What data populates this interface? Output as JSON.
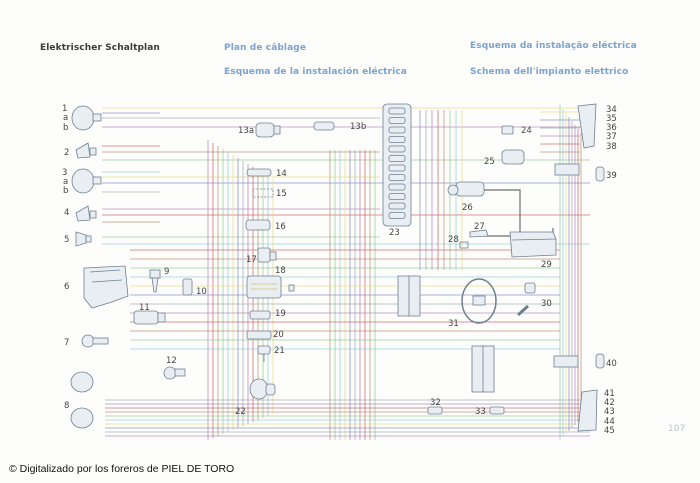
{
  "header": {
    "title_de": "Elektrischer Schaltplan",
    "title_fr": "Plan de câblage",
    "title_pt": "Esquema da instalação eléctrica",
    "title_es": "Esquema de la instalación eléctrica",
    "title_it": "Schema dell'impianto elettrico"
  },
  "components": {
    "c1": "1",
    "c1a": "a",
    "c1b": "b",
    "c2": "2",
    "c3": "3",
    "c3a": "a",
    "c3b": "b",
    "c4": "4",
    "c5": "5",
    "c6": "6",
    "c7": "7",
    "c8": "8",
    "c9": "9",
    "c10": "10",
    "c11": "11",
    "c12": "12",
    "c13a": "13a",
    "c13b": "13b",
    "c14": "14",
    "c15": "15",
    "c16": "16",
    "c17": "17",
    "c18": "18",
    "c19": "19",
    "c20": "20",
    "c21": "21",
    "c22": "22",
    "c23": "23",
    "c24": "24",
    "c25": "25",
    "c26": "26",
    "c27": "27",
    "c28": "28",
    "c29": "29",
    "c30": "30",
    "c31": "31",
    "c32": "32",
    "c33": "33",
    "c34": "34",
    "c35": "35",
    "c36": "36",
    "c37": "37",
    "c38": "38",
    "c39": "39",
    "c40": "40",
    "c41": "41",
    "c42": "42",
    "c43": "43",
    "c44": "44",
    "c45": "45"
  },
  "wire_colors": {
    "yellow": "#e8d77a",
    "blue": "#7b86c9",
    "red": "#c85a5a",
    "brown": "#b08a6a",
    "grey": "#9aa0a8",
    "violet": "#b07ab8",
    "green": "#8fc48f",
    "cyan": "#8cc8d8"
  },
  "page_number": "107",
  "credit": "© Digitalizado por los foreros de PIEL DE TORO"
}
